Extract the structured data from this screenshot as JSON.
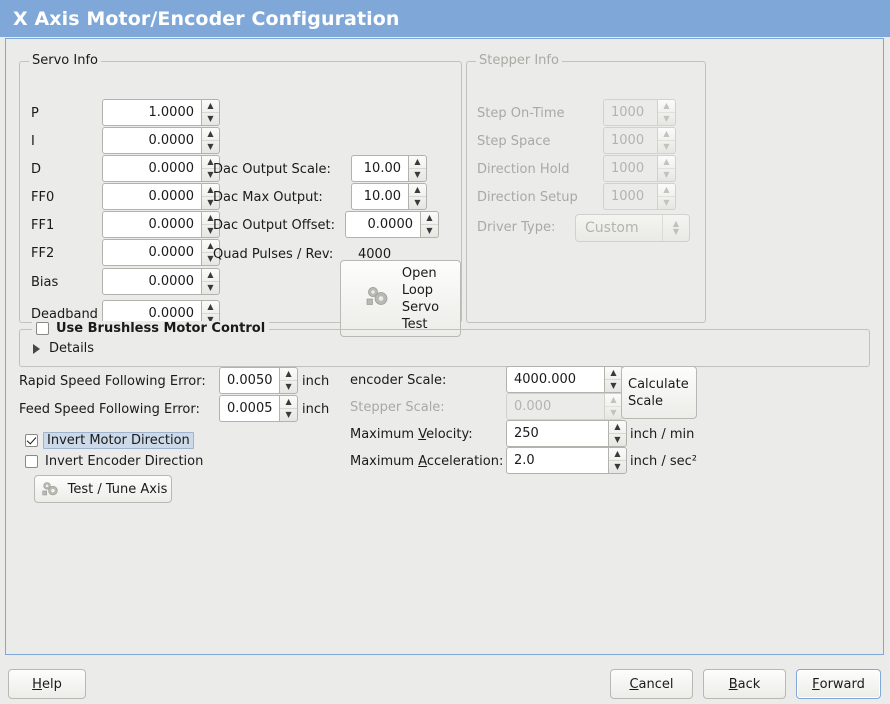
{
  "window": {
    "title": "X Axis Motor/Encoder Configuration",
    "header_color": "#7fa8d8"
  },
  "servo": {
    "legend": "Servo Info",
    "rows": [
      {
        "label": "P",
        "value": "1.0000"
      },
      {
        "label": "I",
        "value": "0.0000"
      },
      {
        "label": "D",
        "value": "0.0000"
      },
      {
        "label": "FF0",
        "value": "0.0000"
      },
      {
        "label": "FF1",
        "value": "0.0000"
      },
      {
        "label": "FF2",
        "value": "0.0000"
      },
      {
        "label": "Bias",
        "value": "0.0000"
      },
      {
        "label": "Deadband",
        "value": "0.0000"
      }
    ],
    "dac_output_scale_label": "Dac Output Scale:",
    "dac_output_scale_value": "10.00",
    "dac_max_output_label": "Dac Max Output:",
    "dac_max_output_value": "10.00",
    "dac_output_offset_label": "Dac Output Offset:",
    "dac_output_offset_value": "0.0000",
    "quad_pulses_label": "Quad Pulses / Rev:",
    "quad_pulses_value": "4000",
    "open_loop_button": {
      "line1": "Open",
      "line2": "Loop",
      "line3": "Servo",
      "line4": "Test",
      "icon": "gears-icon"
    }
  },
  "stepper": {
    "legend": "Stepper Info",
    "disabled": true,
    "rows": [
      {
        "label": "Step On-Time",
        "value": "1000"
      },
      {
        "label": "Step Space",
        "value": "1000"
      },
      {
        "label": "Direction Hold",
        "value": "1000"
      },
      {
        "label": "Direction Setup",
        "value": "1000"
      }
    ],
    "driver_type_label": "Driver Type:",
    "driver_type_value": "Custom"
  },
  "brushless": {
    "checkbox_label": "Use Brushless Motor Control",
    "checked": false,
    "details_label": "Details",
    "expanded": false
  },
  "tuning": {
    "rapid_label": "Rapid Speed Following Error:",
    "rapid_value": "0.0050",
    "rapid_unit": "inch",
    "feed_label": "Feed Speed Following Error:",
    "feed_value": "0.0005",
    "feed_unit": "inch",
    "invert_motor_label": "Invert Motor Direction",
    "invert_motor_checked": true,
    "invert_encoder_label": "Invert Encoder Direction",
    "invert_encoder_checked": false,
    "test_tune_label": "Test / Tune Axis",
    "encoder_scale_label": "encoder Scale:",
    "encoder_scale_value": "4000.000",
    "stepper_scale_label": "Stepper Scale:",
    "stepper_scale_value": "0.000",
    "calculate_scale": {
      "line1": "Calculate",
      "line2": "Scale"
    },
    "max_velocity_label_pre": "Maximum ",
    "max_velocity_label_key": "V",
    "max_velocity_label_post": "elocity:",
    "max_velocity_value": "250",
    "max_velocity_unit": "inch / min",
    "max_accel_label_pre": "Maximum ",
    "max_accel_label_key": "A",
    "max_accel_label_post": "cceleration:",
    "max_accel_value": "2.0",
    "max_accel_unit": "inch / sec²"
  },
  "footer": {
    "help": {
      "key": "H",
      "rest": "elp"
    },
    "cancel": {
      "key": "C",
      "rest": "ancel"
    },
    "back": {
      "key": "B",
      "rest": "ack"
    },
    "forward": {
      "key": "F",
      "rest": "orward"
    }
  }
}
